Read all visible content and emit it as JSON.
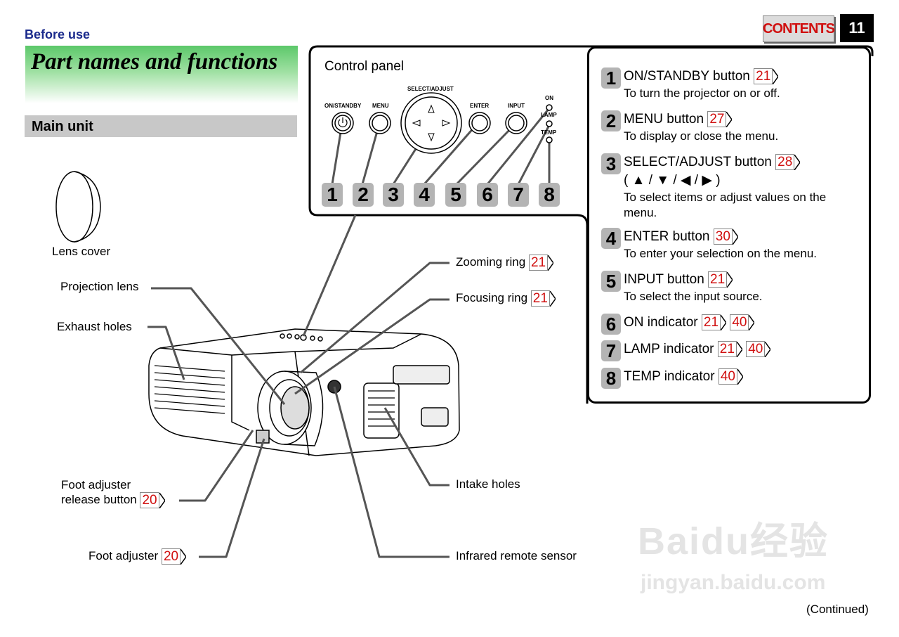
{
  "header": {
    "section": "Before use",
    "contents_label": "CONTENTS",
    "page_number": "11",
    "title": "Part names and functions",
    "subheading": "Main unit"
  },
  "control_panel": {
    "label": "Control panel",
    "button_labels": [
      "ON/STANDBY",
      "MENU",
      "SELECT/ADJUST",
      "ENTER",
      "INPUT"
    ],
    "indicator_labels": [
      "ON",
      "LAMP",
      "TEMP"
    ],
    "callout_numbers": [
      "1",
      "2",
      "3",
      "4",
      "5",
      "6",
      "7",
      "8"
    ]
  },
  "main_unit": {
    "lens_cover": "Lens cover",
    "projection_lens": "Projection lens",
    "exhaust_holes": "Exhaust holes",
    "zooming_ring": {
      "label": "Zooming ring",
      "ref": "21"
    },
    "focusing_ring": {
      "label": "Focusing ring",
      "ref": "21"
    },
    "foot_adjuster_release": {
      "line1": "Foot adjuster",
      "line2": "release button",
      "ref": "20"
    },
    "foot_adjuster": {
      "label": "Foot adjuster",
      "ref": "20"
    },
    "intake_holes": "Intake holes",
    "infrared_sensor": "Infrared remote sensor"
  },
  "items": [
    {
      "num": "1",
      "title": "ON/STANDBY button",
      "refs": [
        "21"
      ],
      "desc": "To turn the projector on or off."
    },
    {
      "num": "2",
      "title": "MENU button",
      "refs": [
        "27"
      ],
      "desc": "To display or close the menu."
    },
    {
      "num": "3",
      "title": "SELECT/ADJUST button",
      "refs": [
        "28"
      ],
      "arrows": "( ▲ / ▼ / ◀ / ▶ )",
      "desc": "To select items or adjust values on the menu."
    },
    {
      "num": "4",
      "title": "ENTER button",
      "refs": [
        "30"
      ],
      "desc": "To enter your selection on the menu."
    },
    {
      "num": "5",
      "title": "INPUT button",
      "refs": [
        "21"
      ],
      "desc": "To select the input source."
    },
    {
      "num": "6",
      "title": "ON indicator",
      "refs": [
        "21",
        "40"
      ]
    },
    {
      "num": "7",
      "title": "LAMP indicator",
      "refs": [
        "21",
        "40"
      ]
    },
    {
      "num": "8",
      "title": "TEMP indicator",
      "refs": [
        "40"
      ]
    }
  ],
  "footer": {
    "continued": "(Continued)"
  },
  "watermark": {
    "line1": "Baidu经验",
    "line2": "jingyan.baidu.com"
  }
}
